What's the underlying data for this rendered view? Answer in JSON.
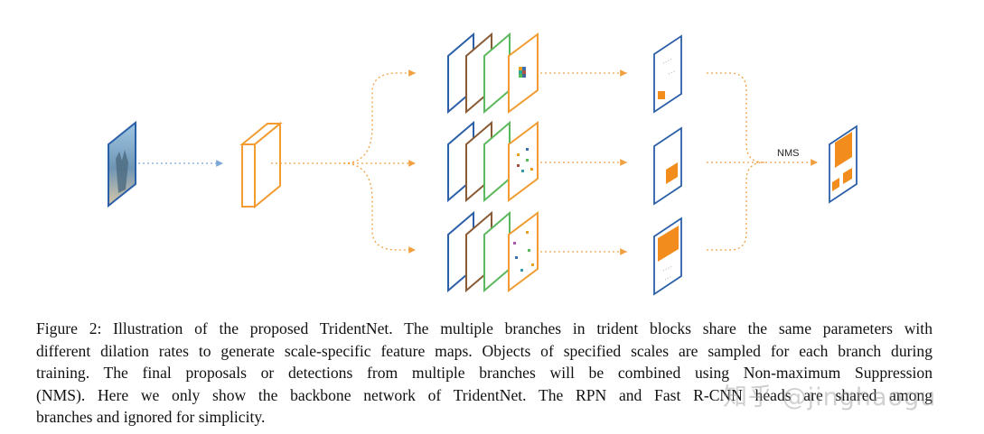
{
  "figure": {
    "nms_label": "NMS",
    "colors": {
      "blue": "#2b5fa8",
      "brown": "#8a5a35",
      "green": "#5cb85c",
      "orange": "#f39c32",
      "arrow_blue": "#7aa7d6",
      "arrow_orange": "#f0a040",
      "box_fill": "#f28c1c"
    }
  },
  "caption": {
    "line1": "Figure 2: Illustration of the proposed TridentNet. The multiple branches in trident blocks share the same parameters with",
    "line2": "different dilation rates to generate scale-specific feature maps. Objects of specified scales are sampled for each branch during",
    "line3": "training. The final proposals or detections from multiple branches will be combined using Non-maximum Suppression",
    "line4": "(NMS). Here we only show the backbone network of TridentNet. The RPN and Fast R-CNN heads are shared among",
    "line5": "branches and ignored for simplicity."
  },
  "watermark": "知乎 @jinghaogu"
}
